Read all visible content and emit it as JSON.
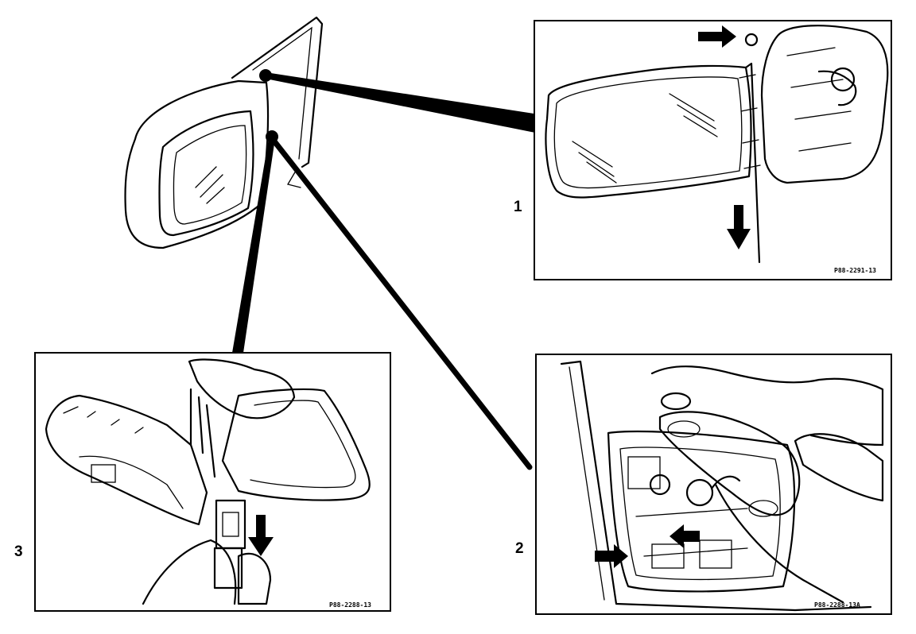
{
  "panels": [
    {
      "number": "1",
      "code": "P88-2291-13"
    },
    {
      "number": "2",
      "code": "P88-2288-13A"
    },
    {
      "number": "3",
      "code": "P88-2288-13"
    }
  ],
  "colors": {
    "ink": "#000000",
    "paper": "#ffffff"
  },
  "icons": [
    "arrow-right-icon",
    "arrow-down-icon"
  ]
}
